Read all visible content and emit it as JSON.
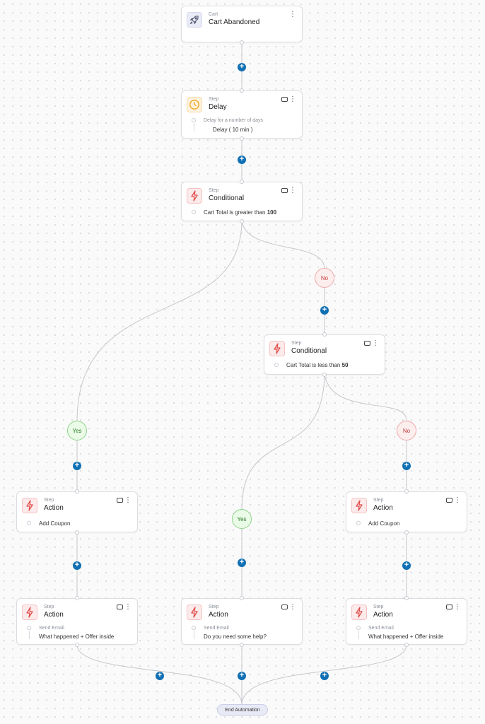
{
  "trigger": {
    "type": "Cart",
    "title": "Cart Abandoned"
  },
  "delay_step": {
    "type": "Step",
    "title": "Delay",
    "subtitle": "Delay for a number of days",
    "value": "Delay ( 10 min )"
  },
  "cond1": {
    "type": "Step",
    "title": "Conditional",
    "text": "Cart Total is greater than ",
    "amount": "100"
  },
  "cond2": {
    "type": "Step",
    "title": "Conditional",
    "text": "Cart Total is less than ",
    "amount": "50"
  },
  "branches": {
    "yes": "Yes",
    "no": "No"
  },
  "action_left_1": {
    "type": "Step",
    "title": "Action",
    "value": "Add Coupon"
  },
  "action_right_1": {
    "type": "Step",
    "title": "Action",
    "value": "Add Coupon"
  },
  "action_left_2": {
    "type": "Step",
    "title": "Action",
    "subtitle": "Send Email",
    "value": "What happened + Offer inside"
  },
  "action_mid_2": {
    "type": "Step",
    "title": "Action",
    "subtitle": "Send Email",
    "value": "Do you need some help?"
  },
  "action_right_2": {
    "type": "Step",
    "title": "Action",
    "subtitle": "Send Email",
    "value": "What happened + Offer inside"
  },
  "end": {
    "label": "End Automation"
  },
  "icons": {
    "trigger": "rocket-icon",
    "delay": "clock-icon",
    "action": "lightning-icon",
    "add": "plus-icon",
    "comment": "comment-icon",
    "menu": "more-vertical-icon"
  },
  "colors": {
    "accent": "#1170b3",
    "yes": "#8fd38a",
    "no": "#f0a9a9",
    "lightning": "#e04848",
    "clock": "#f2a521"
  }
}
